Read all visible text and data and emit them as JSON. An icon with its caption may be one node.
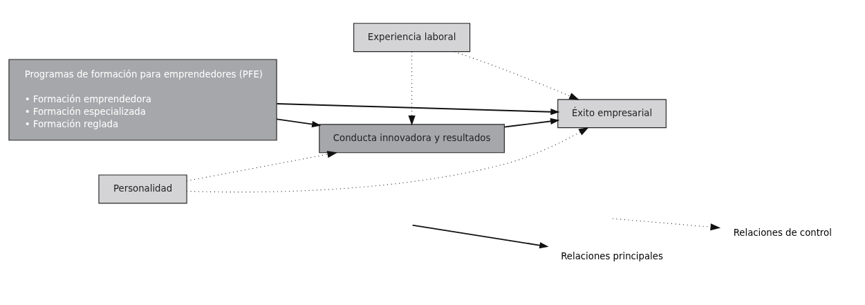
{
  "diagram": {
    "nodes": [
      {
        "text": [
          "Programas de formación para emprendedores (PFE)",
          "• Formación emprendedora",
          "• Formación especializada",
          "• Formación reglada"
        ]
      },
      {
        "text": [
          "Conducta innovadora y resultados"
        ]
      },
      {
        "text": [
          "Éxito empresarial"
        ]
      },
      {
        "text": [
          "Personalidad"
        ]
      },
      {
        "text": [
          "Experiencia laboral"
        ]
      }
    ],
    "edges": [
      {
        "from": 0,
        "to": 2,
        "arrow": "to"
      },
      {
        "from": 0,
        "to": 1,
        "arrow": "to"
      },
      {
        "from": 1,
        "to": 2,
        "arrow": "to"
      },
      {
        "from": 3,
        "to": 1,
        "arrow": "to",
        "style": "dashed"
      },
      {
        "from": 3,
        "to": 2,
        "arrow": "to",
        "style": "dashed"
      },
      {
        "from": 4,
        "to": 1,
        "arrow": "to",
        "style": "dashed"
      },
      {
        "from": 4,
        "to": 2,
        "arrow": "to",
        "style": "dashed"
      }
    ],
    "legend": [
      {
        "text": "Relaciones principales"
      },
      {
        "text": "Relaciones de control"
      }
    ]
  }
}
